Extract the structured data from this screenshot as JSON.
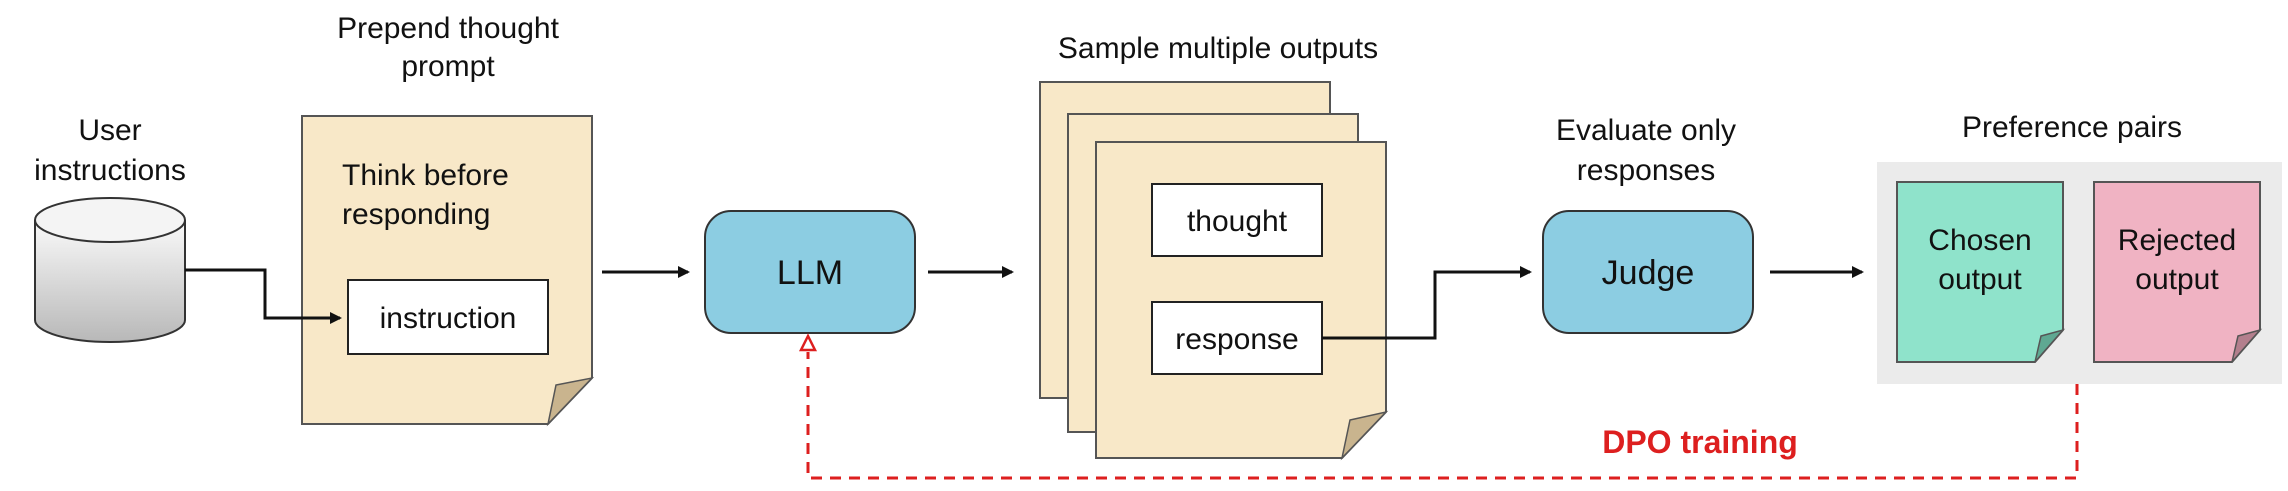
{
  "user_instructions": {
    "line1": "User",
    "line2": "instructions"
  },
  "thought_prompt": {
    "caption_line1": "Prepend thought",
    "caption_line2": "prompt",
    "text_line1": "Think before",
    "text_line2": "responding",
    "box_label": "instruction"
  },
  "llm": {
    "label": "LLM"
  },
  "outputs": {
    "caption": "Sample multiple outputs",
    "thought_label": "thought",
    "response_label": "response"
  },
  "judge": {
    "caption_line1": "Evaluate only",
    "caption_line2": "responses",
    "label": "Judge"
  },
  "preference_pairs": {
    "caption": "Preference pairs",
    "chosen_line1": "Chosen",
    "chosen_line2": "output",
    "rejected_line1": "Rejected",
    "rejected_line2": "output"
  },
  "dpo": {
    "label": "DPO training"
  },
  "colors": {
    "paper": "#f8e8c8",
    "node": "#8ccde2",
    "chosen": "#8fe3cb",
    "rejected": "#f0b3c3",
    "panel": "#ebebeb",
    "feedback": "#dd1f1f"
  }
}
